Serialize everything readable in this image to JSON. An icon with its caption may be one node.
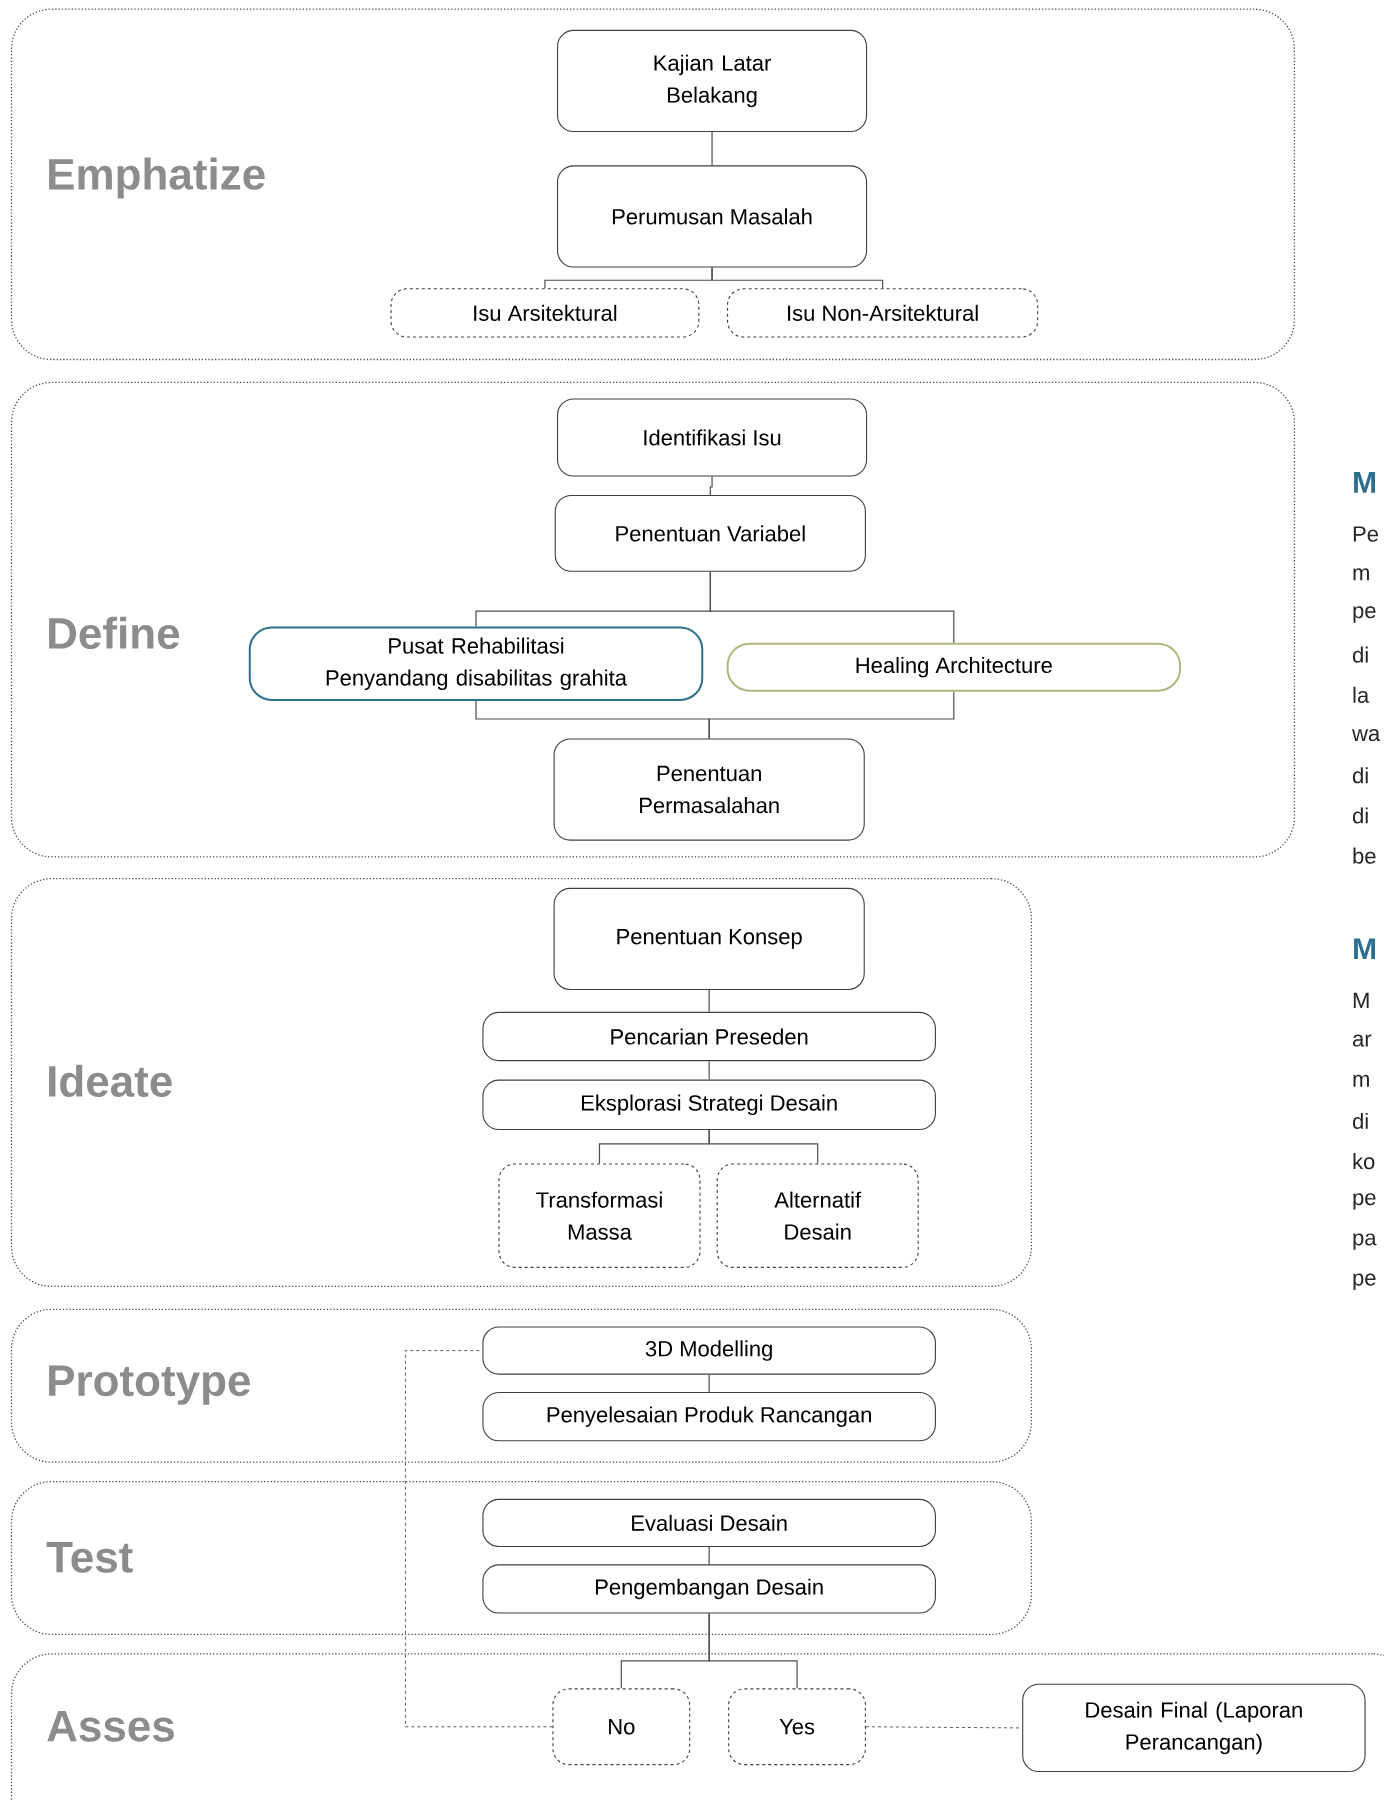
{
  "diagram": {
    "nodes": [
      {
        "text": [
          "Emphatize"
        ]
      },
      {
        "text": [
          "Kajian Latar Belakang"
        ],
        "in": 0
      },
      {
        "text": [
          "Perumusan Masalah"
        ],
        "in": 0
      },
      {
        "text": [
          "Isu Arsitektural"
        ],
        "in": 0
      },
      {
        "text": [
          "Isu Non-Arsitektural"
        ],
        "in": 0
      },
      {
        "text": [
          "Define"
        ]
      },
      {
        "text": [
          "Identifikasi Isu"
        ],
        "in": 5
      },
      {
        "text": [
          "Penentuan Variabel"
        ],
        "in": 5
      },
      {
        "text": [
          "Pusat Rehabilitasi Penyandang disabilitas grahita"
        ],
        "in": 5
      },
      {
        "text": [
          "Healing Architecture"
        ],
        "in": 5
      },
      {
        "text": [
          "Penentuan Permasalahan"
        ],
        "in": 5
      },
      {
        "text": [
          "Ideate"
        ]
      },
      {
        "text": [
          "Penentuan Konsep"
        ],
        "in": 11
      },
      {
        "text": [
          "Pencarian Preseden"
        ],
        "in": 11
      },
      {
        "text": [
          "Eksplorasi Strategi Desain"
        ],
        "in": 11
      },
      {
        "text": [
          "Transformasi Massa"
        ],
        "in": 11
      },
      {
        "text": [
          "Alternatif Desain"
        ],
        "in": 11
      },
      {
        "text": [
          "Prototype"
        ]
      },
      {
        "text": [
          "3D Modelling"
        ],
        "in": 17
      },
      {
        "text": [
          "Penyelesaian Produk Rancangan"
        ],
        "in": 17
      },
      {
        "text": [
          "Test"
        ]
      },
      {
        "text": [
          "Evaluasi Desain"
        ],
        "in": 20
      },
      {
        "text": [
          "Pengembangan Desain"
        ],
        "in": 20
      },
      {
        "text": [
          "Asses"
        ]
      },
      {
        "text": [
          "No"
        ],
        "in": 23
      },
      {
        "text": [
          "Yes"
        ],
        "in": 23
      },
      {
        "text": [
          "Desain Final (Laporan Perancangan)"
        ],
        "in": 23
      }
    ],
    "edges": [
      {
        "from": 1,
        "to": 2,
        "arrow": "none"
      },
      {
        "from": 2,
        "to": 3,
        "arrow": "none"
      },
      {
        "from": 2,
        "to": 4,
        "arrow": "none"
      },
      {
        "from": 6,
        "to": 7,
        "arrow": "none"
      },
      {
        "from": 7,
        "to": 8,
        "arrow": "none"
      },
      {
        "from": 7,
        "to": 9,
        "arrow": "none"
      },
      {
        "from": 8,
        "to": 10,
        "arrow": "none"
      },
      {
        "from": 9,
        "to": 10,
        "arrow": "none"
      },
      {
        "from": 12,
        "to": 13,
        "arrow": "none"
      },
      {
        "from": 13,
        "to": 14,
        "arrow": "none"
      },
      {
        "from": 14,
        "to": 15,
        "arrow": "none"
      },
      {
        "from": 14,
        "to": 16,
        "arrow": "none"
      },
      {
        "from": 18,
        "to": 19,
        "arrow": "none"
      },
      {
        "from": 21,
        "to": 22,
        "arrow": "none"
      },
      {
        "from": 22,
        "to": 24,
        "arrow": "none"
      },
      {
        "from": 22,
        "to": 25,
        "arrow": "none"
      },
      {
        "from": 24,
        "to": 18,
        "arrow": "none",
        "style": "dashed"
      },
      {
        "from": 25,
        "to": 26,
        "arrow": "none",
        "style": "dashed"
      }
    ],
    "labels": [
      "M",
      "Pe",
      "m",
      "pe",
      "di",
      "la",
      "wa",
      "di",
      "di",
      "be",
      "M",
      "M",
      "ar",
      "m",
      "di",
      "ko",
      "pe",
      "pa",
      "pe"
    ]
  }
}
